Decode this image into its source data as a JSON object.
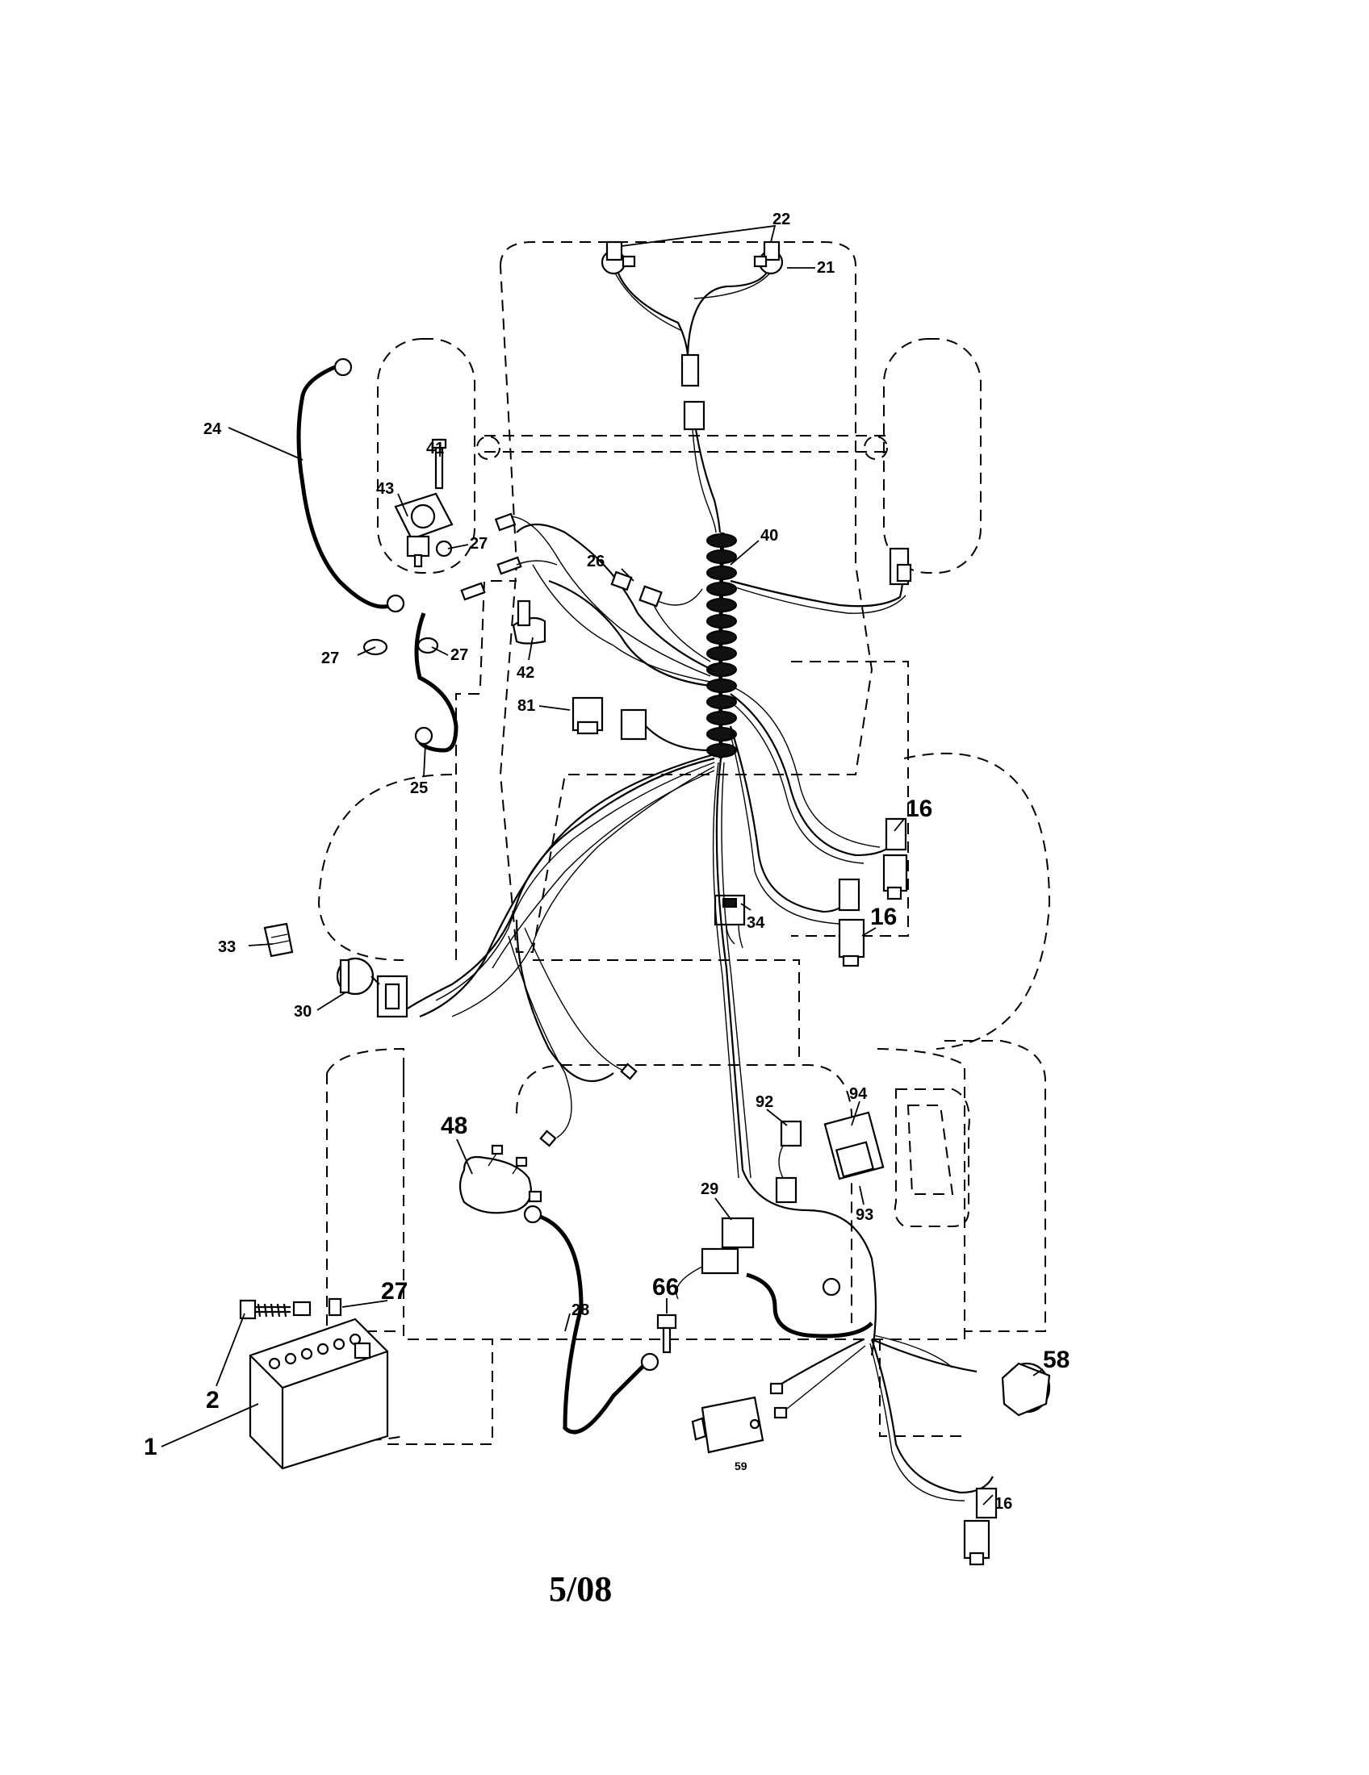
{
  "callouts": [
    {
      "id": "c22",
      "text": "22"
    },
    {
      "id": "c21",
      "text": "21"
    },
    {
      "id": "c24",
      "text": "24"
    },
    {
      "id": "c41",
      "text": "41"
    },
    {
      "id": "c43",
      "text": "43"
    },
    {
      "id": "c27a",
      "text": "27"
    },
    {
      "id": "c40",
      "text": "40"
    },
    {
      "id": "c26",
      "text": "26"
    },
    {
      "id": "c27b",
      "text": "27"
    },
    {
      "id": "c27c",
      "text": "27"
    },
    {
      "id": "c42",
      "text": "42"
    },
    {
      "id": "c81",
      "text": "81"
    },
    {
      "id": "c25",
      "text": "25"
    },
    {
      "id": "c16a",
      "text": "16"
    },
    {
      "id": "c16b",
      "text": "16"
    },
    {
      "id": "c34",
      "text": "34"
    },
    {
      "id": "c33",
      "text": "33"
    },
    {
      "id": "c30",
      "text": "30"
    },
    {
      "id": "c48",
      "text": "48"
    },
    {
      "id": "c92",
      "text": "92"
    },
    {
      "id": "c94",
      "text": "94"
    },
    {
      "id": "c93",
      "text": "93"
    },
    {
      "id": "c29",
      "text": "29"
    },
    {
      "id": "c27d",
      "text": "27"
    },
    {
      "id": "c66",
      "text": "66"
    },
    {
      "id": "c28",
      "text": "28"
    },
    {
      "id": "c2",
      "text": "2"
    },
    {
      "id": "c58",
      "text": "58"
    },
    {
      "id": "c1",
      "text": "1"
    },
    {
      "id": "c59",
      "text": "59"
    },
    {
      "id": "c16c",
      "text": "16"
    }
  ],
  "footer": {
    "date_code": "5/08"
  }
}
